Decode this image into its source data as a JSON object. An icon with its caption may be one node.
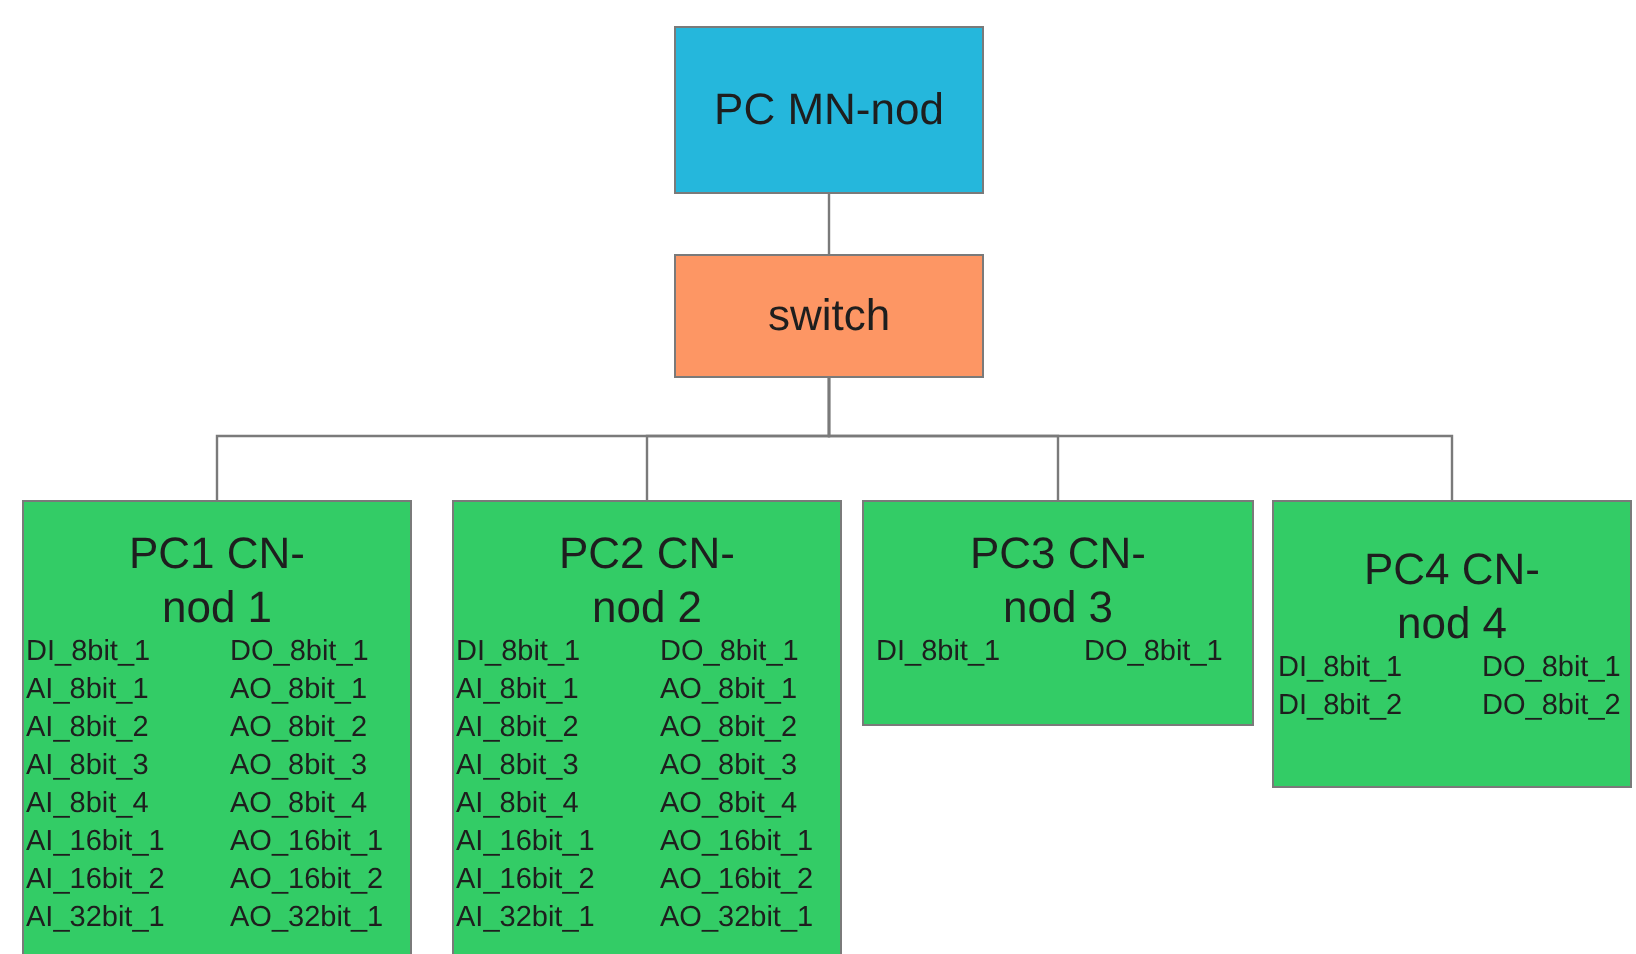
{
  "diagram": {
    "nodes": [
      {
        "text": [
          "PC MN-nod"
        ]
      },
      {
        "text": [
          "switch"
        ]
      },
      {
        "text": [
          "PC1 CN-nod 1",
          "DI_8bit_1",
          "DO_8bit_1",
          "AI_8bit_1",
          "AO_8bit_1",
          "AI_8bit_2",
          "AO_8bit_2",
          "AI_8bit_3",
          "AO_8bit_3",
          "AI_8bit_4",
          "AO_8bit_4",
          "AI_16bit_1",
          "AO_16bit_1",
          "AI_16bit_2",
          "AO_16bit_2",
          "AI_32bit_1",
          "AO_32bit_1"
        ]
      },
      {
        "text": [
          "PC2 CN-nod 2",
          "DI_8bit_1",
          "DO_8bit_1",
          "AI_8bit_1",
          "AO_8bit_1",
          "AI_8bit_2",
          "AO_8bit_2",
          "AI_8bit_3",
          "AO_8bit_3",
          "AI_8bit_4",
          "AO_8bit_4",
          "AI_16bit_1",
          "AO_16bit_1",
          "AI_16bit_2",
          "AO_16bit_2",
          "AI_32bit_1",
          "AO_32bit_1"
        ]
      },
      {
        "text": [
          "PC3 CN-nod 3",
          "DI_8bit_1",
          "DO_8bit_1"
        ]
      },
      {
        "text": [
          "PC4 CN-nod 4",
          "DI_8bit_1",
          "DO_8bit_1",
          "DI_8bit_2",
          "DO_8bit_2"
        ]
      }
    ],
    "edges": [
      {
        "from": 0,
        "to": 1,
        "arrow": "none"
      },
      {
        "from": 1,
        "to": 2,
        "arrow": "none"
      },
      {
        "from": 1,
        "to": 3,
        "arrow": "none"
      },
      {
        "from": 1,
        "to": 4,
        "arrow": "none"
      },
      {
        "from": 1,
        "to": 5,
        "arrow": "none"
      }
    ]
  }
}
